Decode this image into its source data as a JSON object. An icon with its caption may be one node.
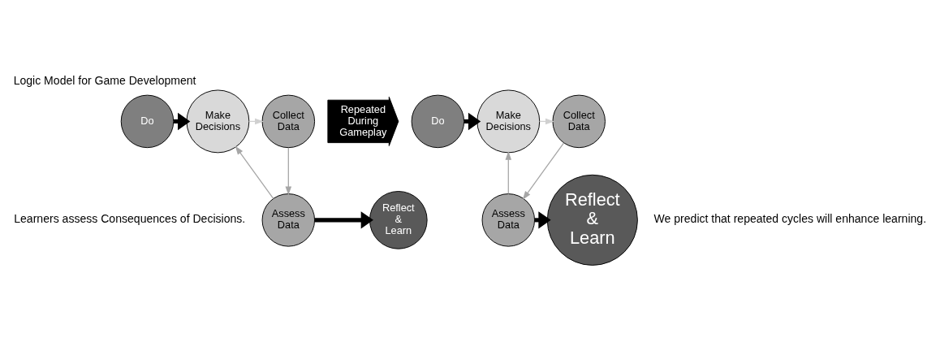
{
  "diagram": {
    "title": "Logic Model for Game Development",
    "nodes": [
      {
        "text": [
          "Do"
        ]
      },
      {
        "text": [
          "Make Decisions"
        ]
      },
      {
        "text": [
          "Collect Data"
        ]
      },
      {
        "text": [
          "Assess Data"
        ]
      },
      {
        "text": [
          "Reflect & Learn"
        ]
      },
      {
        "text": [
          "Repeated During Gameplay"
        ]
      },
      {
        "text": [
          "Do"
        ]
      },
      {
        "text": [
          "Make Decisions"
        ]
      },
      {
        "text": [
          "Collect Data"
        ]
      },
      {
        "text": [
          "Assess Data"
        ]
      },
      {
        "text": [
          "Reflect & Learn"
        ]
      }
    ],
    "edges": [
      {
        "from": 0,
        "to": 1,
        "arrow": "to",
        "style": "thick"
      },
      {
        "from": 1,
        "to": 2,
        "arrow": "to",
        "color": "#d0d0d0"
      },
      {
        "from": 2,
        "to": 3,
        "arrow": "to",
        "color": "#a6a6a6"
      },
      {
        "from": 3,
        "to": 1,
        "arrow": "to",
        "color": "#a6a6a6"
      },
      {
        "from": 3,
        "to": 4,
        "arrow": "to",
        "style": "thick"
      },
      {
        "from": 6,
        "to": 7,
        "arrow": "to",
        "style": "thick"
      },
      {
        "from": 7,
        "to": 8,
        "arrow": "to",
        "color": "#d0d0d0"
      },
      {
        "from": 8,
        "to": 9,
        "arrow": "to",
        "color": "#a6a6a6"
      },
      {
        "from": 9,
        "to": 7,
        "arrow": "to",
        "color": "#a6a6a6"
      },
      {
        "from": 9,
        "to": 10,
        "arrow": "to",
        "style": "thick"
      }
    ],
    "labels": [
      "Learners assess Consequences of Decisions.",
      "We predict that repeated cycles will enhance learning."
    ]
  }
}
